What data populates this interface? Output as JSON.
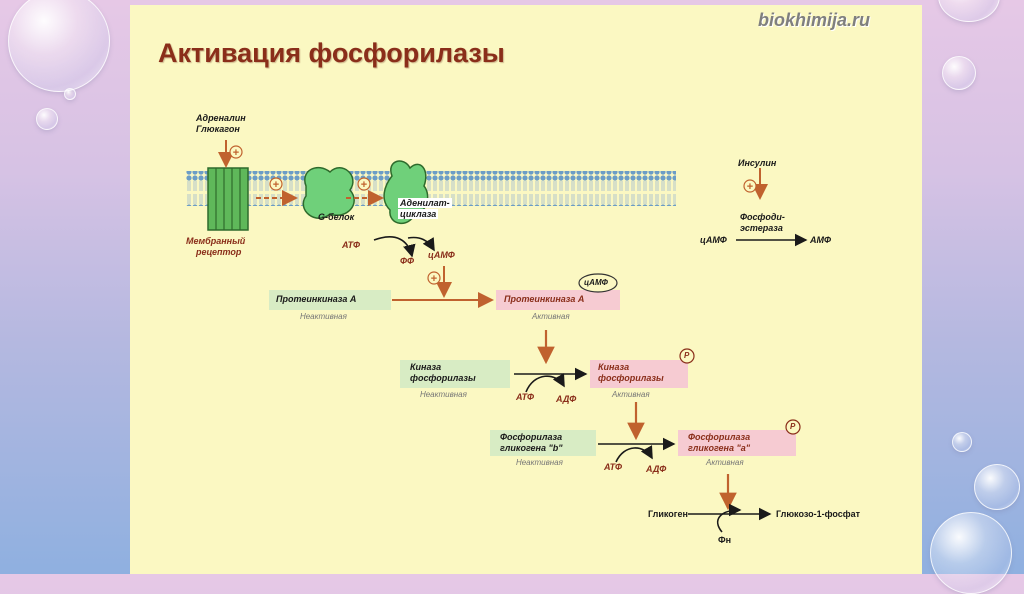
{
  "title": "Активация фосфорилазы",
  "watermark": "biokhimija.ru",
  "membrane": {
    "hormones": [
      "Адреналин",
      "Глюкагон"
    ],
    "receptor": [
      "Мембранный",
      "рецептор"
    ],
    "g_protein": "G-белок",
    "adenylate_cyclase": [
      "Аденилат-",
      "циклаза"
    ]
  },
  "second_messenger": {
    "atp": "АТФ",
    "pp": "ФФ",
    "camp": "цАМФ"
  },
  "insulin_path": {
    "insulin": "Инсулин",
    "enzyme": [
      "Фосфоди-",
      "эстераза"
    ],
    "substrate": "цАМФ",
    "product": "АМФ"
  },
  "plus_sign": "+",
  "phospho_mark": "P",
  "pka": {
    "inactive": "Протеинкиназа А",
    "active": "Протеинкиназа А",
    "inactive_state": "Неактивная",
    "active_state": "Активная",
    "camp_tag": "цАМФ"
  },
  "kinase": {
    "inactive": [
      "Киназа",
      "фосфорилазы"
    ],
    "active": [
      "Киназа",
      "фосфорилазы"
    ],
    "inactive_state": "Неактивная",
    "active_state": "Активная",
    "atp": "АТФ",
    "adp": "АДФ"
  },
  "phosphorylase": {
    "inactive": [
      "Фосфорилаза",
      "гликогена \"b\""
    ],
    "active": [
      "Фосфорилаза",
      "гликогена \"a\""
    ],
    "inactive_state": "Неактивная",
    "active_state": "Активная",
    "atp": "АТФ",
    "adp": "АДФ"
  },
  "glycogen": {
    "substrate": "Гликоген",
    "product": "Глюкозо-1-фосфат",
    "phosphate": "Фн"
  }
}
